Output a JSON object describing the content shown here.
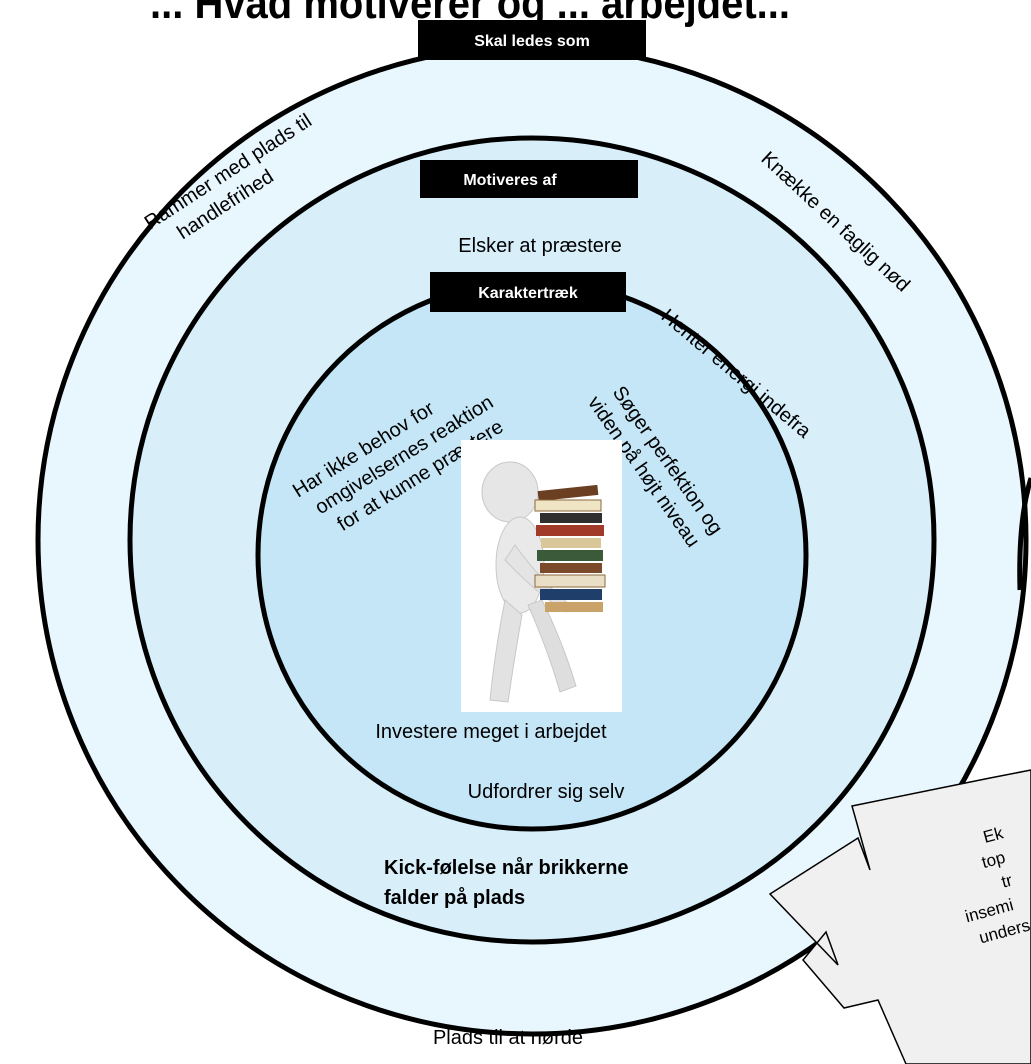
{
  "title_fragment": "... Hvad motiverer og ... arbejdet...",
  "rings": {
    "outer": {
      "header": "Skal ledes som",
      "left_arc_text": [
        "Rammer med plads til",
        "handlefrihed"
      ],
      "right_arc_text": "Knække en faglig nød",
      "bottom_text": "Plads til at nørde",
      "fill_color": "#e8f6fd"
    },
    "middle": {
      "header": "Motiveres af",
      "top_text": "Elsker at præstere",
      "right_arc_text": "Henter energi indefra",
      "bottom_text_bold": [
        "Kick-følelse når brikkerne",
        "falder på plads"
      ],
      "fill_color": "#d8effa"
    },
    "inner": {
      "header": "Karaktertræk",
      "left_arc_text": [
        "Har ikke behov for",
        "omgivelsernes reaktion",
        "for at kunne præstere"
      ],
      "right_arc_text": [
        "Søger perfektion og",
        "viden på højt niveau"
      ],
      "bottom_text_1": "Investere meget i arbejdet",
      "bottom_text_2": "Udfordrer sig selv",
      "fill_color": "#c4e6f7"
    }
  },
  "center_image": "figure-carrying-books",
  "callout": {
    "text_lines": [
      "Ek",
      "top",
      "tr",
      "insemi",
      "unders"
    ],
    "fill_color": "#f0f0f0"
  }
}
